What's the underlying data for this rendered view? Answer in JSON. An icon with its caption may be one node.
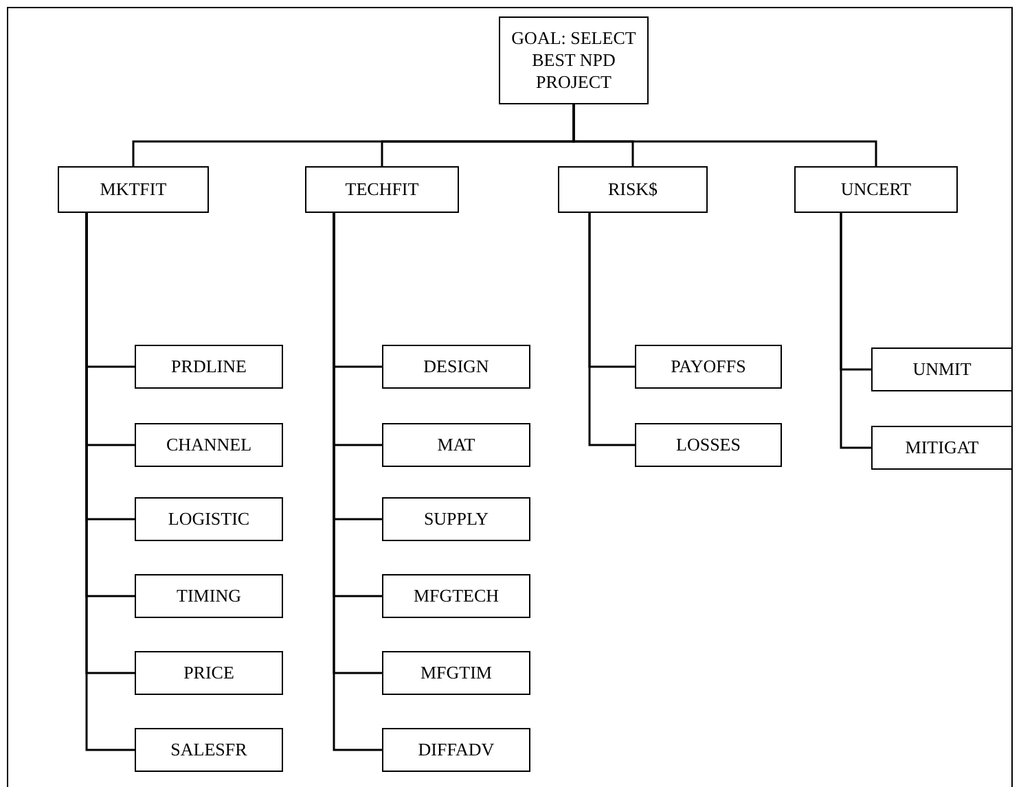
{
  "diagram": {
    "nodes": [
      {
        "text": [
          "GOAL: SELECT BEST NPD PROJECT"
        ]
      },
      {
        "text": [
          "MKTFIT"
        ]
      },
      {
        "text": [
          "TECHFIT"
        ]
      },
      {
        "text": [
          "RISK$"
        ]
      },
      {
        "text": [
          "UNCERT"
        ]
      },
      {
        "text": [
          "PRDLINE"
        ]
      },
      {
        "text": [
          "CHANNEL"
        ]
      },
      {
        "text": [
          "LOGISTIC"
        ]
      },
      {
        "text": [
          "TIMING"
        ]
      },
      {
        "text": [
          "PRICE"
        ]
      },
      {
        "text": [
          "SALESFR"
        ]
      },
      {
        "text": [
          "DESIGN"
        ]
      },
      {
        "text": [
          "MAT"
        ]
      },
      {
        "text": [
          "SUPPLY"
        ]
      },
      {
        "text": [
          "MFGTECH"
        ]
      },
      {
        "text": [
          "MFGTIM"
        ]
      },
      {
        "text": [
          "DIFFADV"
        ]
      },
      {
        "text": [
          "PAYOFFS"
        ]
      },
      {
        "text": [
          "LOSSES"
        ]
      },
      {
        "text": [
          "UNMIT"
        ]
      },
      {
        "text": [
          "MITIGAT"
        ]
      }
    ],
    "edges": [
      {
        "from": 0,
        "to": 1,
        "arrow": "none"
      },
      {
        "from": 0,
        "to": 2,
        "arrow": "none"
      },
      {
        "from": 0,
        "to": 3,
        "arrow": "none"
      },
      {
        "from": 0,
        "to": 4,
        "arrow": "none"
      },
      {
        "from": 1,
        "to": 5,
        "arrow": "none"
      },
      {
        "from": 1,
        "to": 6,
        "arrow": "none"
      },
      {
        "from": 1,
        "to": 7,
        "arrow": "none"
      },
      {
        "from": 1,
        "to": 8,
        "arrow": "none"
      },
      {
        "from": 1,
        "to": 9,
        "arrow": "none"
      },
      {
        "from": 1,
        "to": 10,
        "arrow": "none"
      },
      {
        "from": 2,
        "to": 11,
        "arrow": "none"
      },
      {
        "from": 2,
        "to": 12,
        "arrow": "none"
      },
      {
        "from": 2,
        "to": 13,
        "arrow": "none"
      },
      {
        "from": 2,
        "to": 14,
        "arrow": "none"
      },
      {
        "from": 2,
        "to": 15,
        "arrow": "none"
      },
      {
        "from": 2,
        "to": 16,
        "arrow": "none"
      },
      {
        "from": 3,
        "to": 17,
        "arrow": "none"
      },
      {
        "from": 3,
        "to": 18,
        "arrow": "none"
      },
      {
        "from": 4,
        "to": 19,
        "arrow": "none"
      },
      {
        "from": 4,
        "to": 20,
        "arrow": "none"
      }
    ]
  }
}
